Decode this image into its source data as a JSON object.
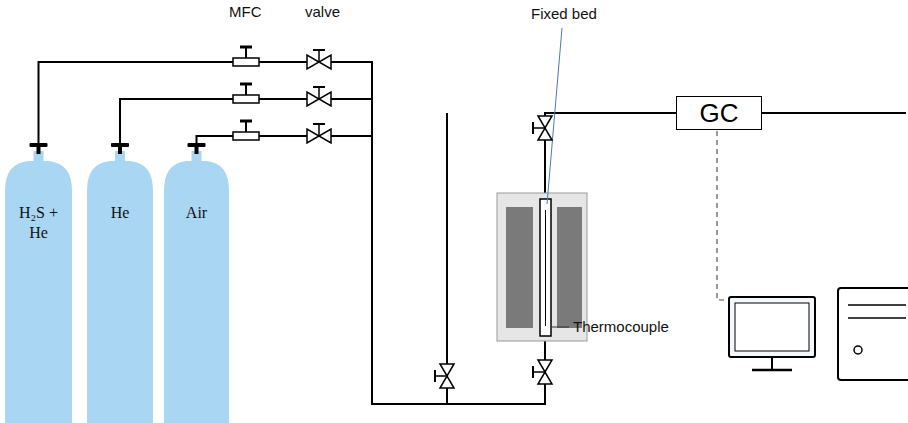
{
  "diagram": {
    "nodes": [
      {
        "text": [
          "H₂S + He"
        ]
      },
      {
        "text": [
          "He"
        ]
      },
      {
        "text": [
          "Air"
        ]
      },
      {
        "text": [
          "GC"
        ]
      }
    ],
    "edges": [
      {
        "from": 0,
        "to": 3,
        "arrow": "none"
      },
      {
        "from": 1,
        "to": 3,
        "arrow": "none"
      },
      {
        "from": 2,
        "to": 3,
        "arrow": "none"
      }
    ],
    "labels": [
      "MFC",
      "valve",
      "Fixed bed",
      "Thermocouple"
    ]
  }
}
